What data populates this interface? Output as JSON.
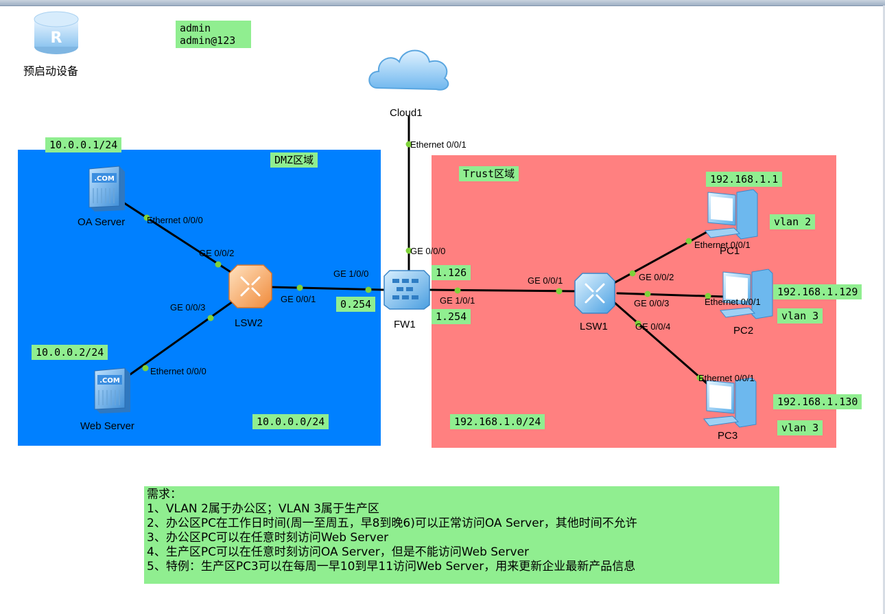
{
  "legend_device": {
    "label": "预启动设备"
  },
  "credentials": {
    "user": "admin",
    "password": "admin@123"
  },
  "zones": {
    "dmz": {
      "title": "DMZ区域",
      "subnet": "10.0.0.0/24"
    },
    "trust": {
      "title": "Trust区域",
      "subnet": "192.168.1.0/24"
    }
  },
  "devices": {
    "cloud1": "Cloud1",
    "oa_server": "OA Server",
    "web_server": "Web Server",
    "lsw2": "LSW2",
    "fw1": "FW1",
    "lsw1": "LSW1",
    "pc1": "PC1",
    "pc2": "PC2",
    "pc3": "PC3"
  },
  "addresses": {
    "oa_server": "10.0.0.1/24",
    "web_server": "10.0.0.2/24",
    "fw1_dmz": "0.254",
    "fw1_trust_a": "1.126",
    "fw1_trust_b": "1.254",
    "pc1": "192.168.1.1",
    "pc2": "192.168.1.129",
    "pc3": "192.168.1.130"
  },
  "vlans": {
    "pc1": "vlan 2",
    "pc2": "vlan 3",
    "pc3": "vlan 3"
  },
  "ports": {
    "cloud_eth": "Ethernet 0/0/1",
    "fw_ge000": "GE 0/0/0",
    "oa_eth": "Ethernet 0/0/0",
    "lsw2_ge002": "GE 0/0/2",
    "lsw2_ge003": "GE 0/0/3",
    "web_eth": "Ethernet 0/0/0",
    "lsw2_ge001": "GE 0/0/1",
    "fw_ge100": "GE 1/0/0",
    "fw_ge101": "GE 1/0/1",
    "lsw1_ge001": "GE 0/0/1",
    "lsw1_ge002": "GE 0/0/2",
    "lsw1_ge003": "GE 0/0/3",
    "lsw1_ge004": "GE 0/0/4",
    "pc1_eth": "Ethernet 0/0/1",
    "pc2_eth": "Ethernet 0/0/1",
    "pc3_eth": "Ethernet 0/0/1"
  },
  "requirements": [
    "需求：",
    "1、VLAN 2属于办公区；VLAN 3属于生产区",
    "2、办公区PC在工作日时间(周一至周五，早8到晚6)可以正常访问OA Server，其他时间不允许",
    "3、办公区PC可以在任意时刻访问Web Server",
    "4、生产区PC可以在任意时刻访问OA Server，但是不能访问Web Server",
    "5、特例：生产区PC3可以在每周一早10到早11访问Web Server，用来更新企业最新产品信息"
  ],
  "colors": {
    "dmz_zone": "#0080ff",
    "trust_zone": "#ff8080",
    "label_bg": "#90ee90",
    "port_dot": "#7fd23a"
  }
}
